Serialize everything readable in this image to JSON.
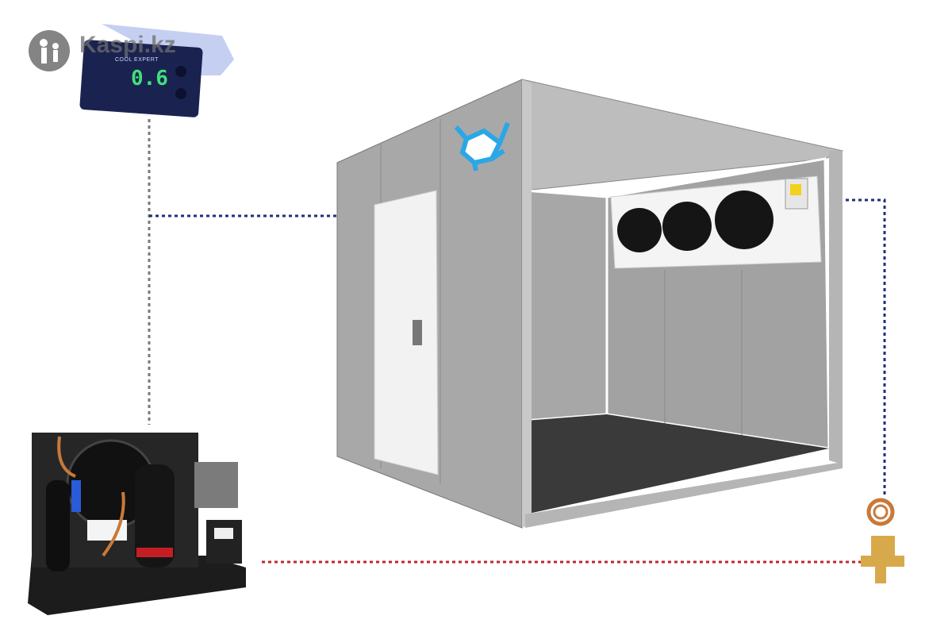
{
  "watermark": "Kaspi.kz",
  "controller": {
    "brand": "COOL EXPERT",
    "display_value": "0.6"
  },
  "colors": {
    "control_line": "#1e2f7a",
    "sensor_line": "#7a7a7a",
    "refrigerant_line": "#c0262c",
    "panel": "#a9a9a9",
    "snowflake": "#2aa7e6"
  }
}
